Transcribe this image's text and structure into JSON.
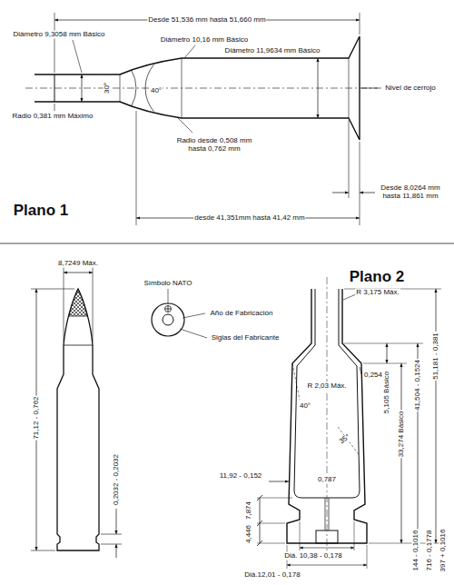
{
  "diagram": {
    "labels": [
      "Desde 51,536 mm hasta 51,660 mm",
      "Diámetro 9,3058 mm Básico",
      "Diámetro 10,16 mm Básico",
      "Diámetro 11,9634 mm Básico",
      "Radio 0,381 mm Máximo",
      "30°",
      "40°",
      "Radio desde 0,508 mm hasta 0,762 mm",
      "Nivel de cerrojo",
      "Desde 8,0264 mm hasta 11,861 mm",
      "desde 41,351mm hasta 41,42 mm",
      "Plano 1",
      "Plano 2",
      "8,7249 Máx.",
      "Símbolo NATO",
      "Año de Fabricación",
      "Siglas del Fabricante",
      "71,12 - 0,762",
      "0,2032 - 0,2032",
      "R 3,175 Máx.",
      "0,254",
      "R 2,03 Máx.",
      "40°",
      "35°",
      "5,105 Básico",
      "33,274 Básico",
      "41,504 - 0,1524",
      "51,181 - 0,381",
      "11,92 - 0,152",
      "0,787",
      "7,874",
      "4,446",
      "Diá. 10,38 - 0,178",
      "Diá.12,01 - 0,178",
      "144 - 0,1016",
      "716 - 0,1778",
      "397 + 0,1016"
    ]
  }
}
